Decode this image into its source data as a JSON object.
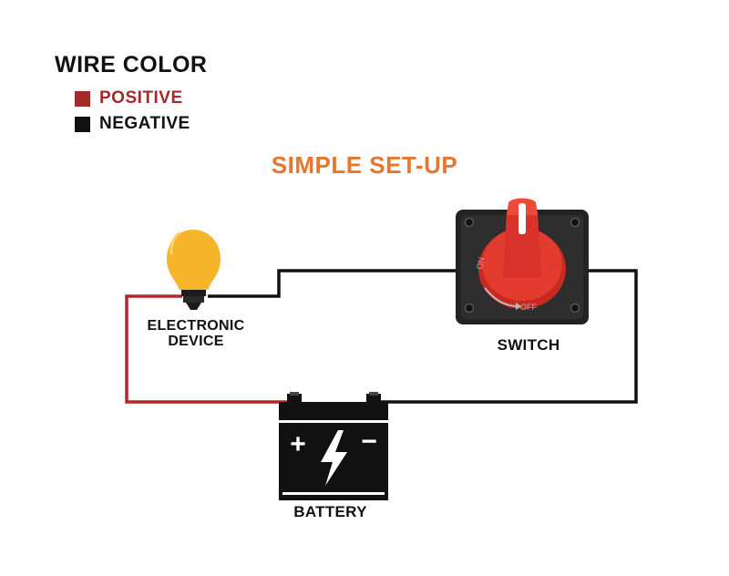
{
  "legend": {
    "title": "WIRE COLOR",
    "items": [
      {
        "label": "POSITIVE",
        "color": "#a32a2a"
      },
      {
        "label": "NEGATIVE",
        "color": "#111111"
      }
    ]
  },
  "diagram": {
    "title": "SIMPLE SET-UP",
    "title_color": "#e8762e",
    "components": {
      "device": {
        "label_line1": "ELECTRONIC",
        "label_line2": "DEVICE",
        "icon": "light-bulb-icon"
      },
      "switch": {
        "label": "SWITCH",
        "icon": "rotary-switch-icon",
        "dial_text_on": "ON",
        "dial_text_off": "OFF"
      },
      "battery": {
        "label": "BATTERY",
        "icon": "battery-icon",
        "plus": "+",
        "minus": "−"
      }
    },
    "colors": {
      "positive_wire": "#b3262a",
      "negative_wire": "#111111",
      "bulb": "#f7b52c",
      "switch_knob": "#e33b2e",
      "switch_base": "#222222"
    }
  }
}
